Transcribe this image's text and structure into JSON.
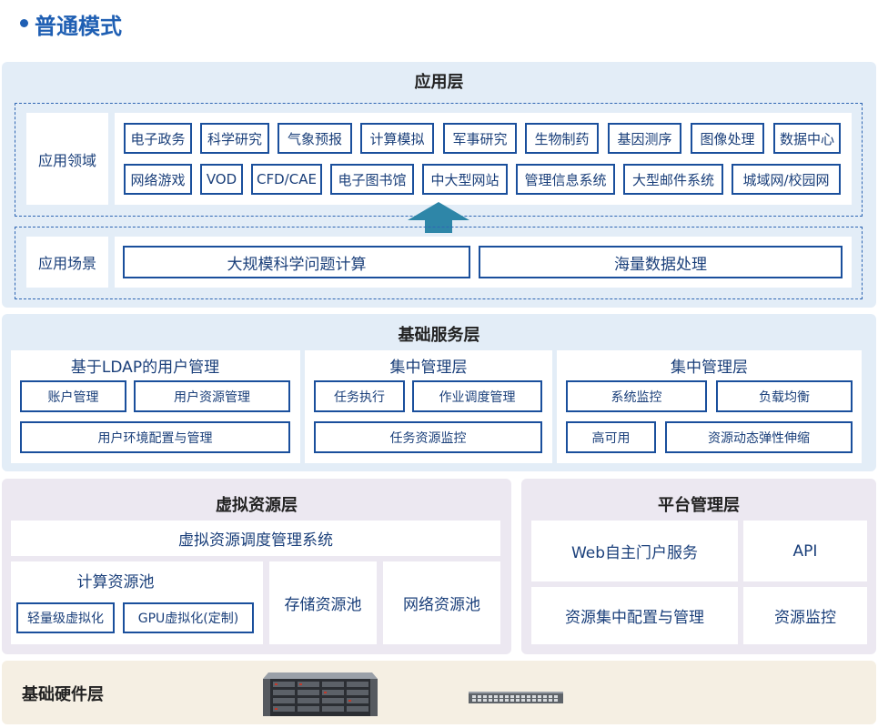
{
  "page_title": "普通模式",
  "app_layer": {
    "title": "应用层",
    "domain_label": "应用领域",
    "domain_row1": [
      "电子政务",
      "科学研究",
      "气象预报",
      "计算模拟",
      "军事研究",
      "生物制药",
      "基因测序",
      "图像处理",
      "数据中心"
    ],
    "domain_row2": [
      "网络游戏",
      "VOD",
      "CFD/CAE",
      "电子图书馆",
      "中大型网站",
      "管理信息系统",
      "大型邮件系统",
      "城域网/校园网"
    ],
    "scene_label": "应用场景",
    "scenes": [
      "大规模科学问题计算",
      "海量数据处理"
    ]
  },
  "base_layer": {
    "title": "基础服务层",
    "col1": {
      "title": "基于LDAP的用户管理",
      "items": [
        "账户管理",
        "用户资源管理",
        "用户环境配置与管理"
      ]
    },
    "col2": {
      "title": "集中管理层",
      "items": [
        "任务执行",
        "作业调度管理",
        "任务资源监控"
      ]
    },
    "col3": {
      "title": "集中管理层",
      "items": [
        "系统监控",
        "负载均衡",
        "高可用",
        "资源动态弹性伸缩"
      ]
    }
  },
  "virtual_layer": {
    "title": "虚拟资源层",
    "sched": "虚拟资源调度管理系统",
    "compute": "计算资源池",
    "compute_items": [
      "轻量级虚拟化",
      "GPU虚拟化(定制)"
    ],
    "storage": "存储资源池",
    "network": "网络资源池"
  },
  "platform_layer": {
    "title": "平台管理层",
    "items": [
      "Web自主门户服务",
      "API",
      "资源集中配置与管理",
      "资源监控"
    ]
  },
  "hardware_layer": {
    "title": "基础硬件层"
  },
  "colors": {
    "accent": "#1f5fb3",
    "box_border": "#1a4f9c",
    "arrow": "#2e86a8",
    "panel_blue": "#e3edf7",
    "panel_purple": "#ece8f1",
    "panel_hw": "#f5efe3"
  },
  "icons": [
    "server-icon",
    "switch-icon",
    "up-arrow-icon"
  ]
}
